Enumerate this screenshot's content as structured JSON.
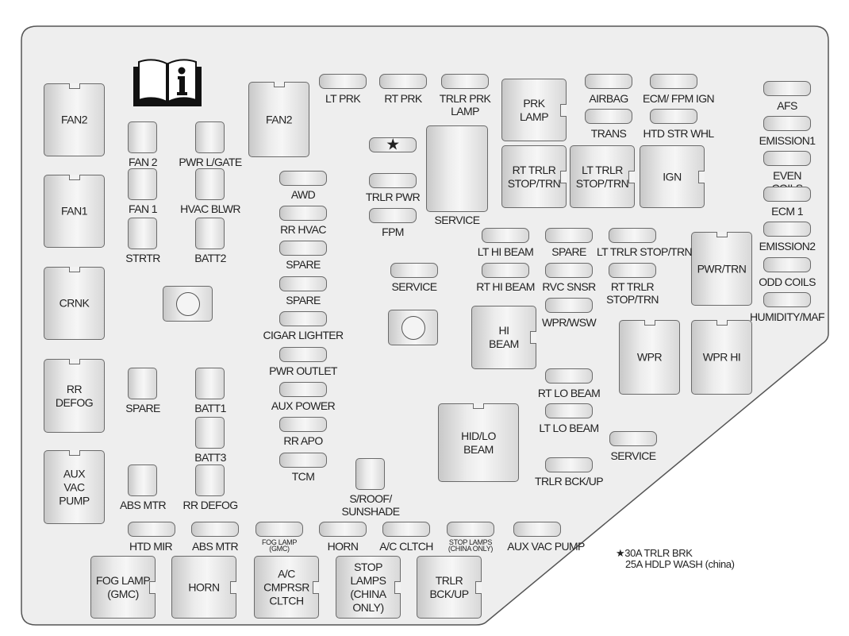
{
  "diagram": {
    "title": "Engine Compartment Fuse Block",
    "info_icon": "owner-manual-info-icon",
    "star_marker": "★",
    "footnote": {
      "marker": "★",
      "lines": [
        "30A TRLR BRK",
        "25A HDLP WASH (china)"
      ]
    }
  },
  "relays": [
    {
      "id": "r1",
      "label": "FAN2"
    },
    {
      "id": "r2",
      "label": "FAN1"
    },
    {
      "id": "r3",
      "label": "CRNK"
    },
    {
      "id": "r4",
      "label": "RR\nDEFOG"
    },
    {
      "id": "r5",
      "label": "AUX\nVAC\nPUMP"
    },
    {
      "id": "r6",
      "label": "FAN2"
    },
    {
      "id": "r7",
      "label": "PRK\nLAMP"
    },
    {
      "id": "r8",
      "label": "RT TRLR\nSTOP/TRN"
    },
    {
      "id": "r9",
      "label": "LT TRLR\nSTOP/TRN"
    },
    {
      "id": "r10",
      "label": "IGN"
    },
    {
      "id": "r11",
      "label": "PWR/TRN"
    },
    {
      "id": "r12",
      "label": "HI\nBEAM"
    },
    {
      "id": "r13",
      "label": "WPR"
    },
    {
      "id": "r14",
      "label": "WPR HI"
    },
    {
      "id": "r15",
      "label": "HID/LO\nBEAM"
    },
    {
      "id": "r16",
      "label": "FOG LAMP\n(GMC)"
    },
    {
      "id": "r17",
      "label": "HORN"
    },
    {
      "id": "r18",
      "label": "A/C\nCMPRSR\nCLTCH"
    },
    {
      "id": "r19",
      "label": "STOP\nLAMPS\n(CHINA\nONLY)"
    },
    {
      "id": "r20",
      "label": "TRLR\nBCK/UP"
    }
  ],
  "service_block": {
    "label": "SERVICE"
  },
  "cartridge_fuses": [
    {
      "id": "c1",
      "label": "FAN 2"
    },
    {
      "id": "c2",
      "label": "PWR L/GATE"
    },
    {
      "id": "c3",
      "label": "FAN 1"
    },
    {
      "id": "c4",
      "label": "HVAC BLWR"
    },
    {
      "id": "c5",
      "label": "STRTR"
    },
    {
      "id": "c6",
      "label": "BATT2"
    },
    {
      "id": "c7",
      "label": "SPARE"
    },
    {
      "id": "c8",
      "label": "BATT1"
    },
    {
      "id": "c9",
      "label": "BATT3"
    },
    {
      "id": "c10",
      "label": "ABS MTR"
    },
    {
      "id": "c11",
      "label": "RR DEFOG"
    },
    {
      "id": "c12",
      "label": "S/ROOF/\nSUNSHADE"
    }
  ],
  "mini_fuses": [
    {
      "id": "m1",
      "label": "LT PRK"
    },
    {
      "id": "m2",
      "label": "RT PRK"
    },
    {
      "id": "m3",
      "label": "TRLR PRK\nLAMP"
    },
    {
      "id": "m4",
      "label": "AIRBAG"
    },
    {
      "id": "m5",
      "label": "ECM/ FPM IGN"
    },
    {
      "id": "m6",
      "label": "TRANS"
    },
    {
      "id": "m7",
      "label": "HTD STR WHL"
    },
    {
      "id": "m8",
      "label": "AFS"
    },
    {
      "id": "m9",
      "label": "EMISSION1"
    },
    {
      "id": "m10",
      "label": "EVEN COILS"
    },
    {
      "id": "m11",
      "label": "ECM 1"
    },
    {
      "id": "m12",
      "label": "EMISSION2"
    },
    {
      "id": "m13",
      "label": "ODD COILS"
    },
    {
      "id": "m14",
      "label": "HUMIDITY/MAF"
    },
    {
      "id": "m15",
      "label": ""
    },
    {
      "id": "m16",
      "label": "TRLR PWR"
    },
    {
      "id": "m17",
      "label": "FPM"
    },
    {
      "id": "m18",
      "label": "AWD"
    },
    {
      "id": "m19",
      "label": "RR HVAC"
    },
    {
      "id": "m20",
      "label": "SPARE"
    },
    {
      "id": "m21",
      "label": "SPARE"
    },
    {
      "id": "m22",
      "label": "CIGAR LIGHTER"
    },
    {
      "id": "m23",
      "label": "PWR OUTLET"
    },
    {
      "id": "m24",
      "label": "AUX POWER"
    },
    {
      "id": "m25",
      "label": "RR APO"
    },
    {
      "id": "m26",
      "label": "TCM"
    },
    {
      "id": "m27",
      "label": "SERVICE"
    },
    {
      "id": "m28",
      "label": "LT HI BEAM"
    },
    {
      "id": "m29",
      "label": "SPARE"
    },
    {
      "id": "m30",
      "label": "LT TRLR STOP/TRN"
    },
    {
      "id": "m31",
      "label": "RT HI BEAM"
    },
    {
      "id": "m32",
      "label": "RVC SNSR"
    },
    {
      "id": "m33",
      "label": "RT TRLR\nSTOP/TRN"
    },
    {
      "id": "m34",
      "label": "WPR/WSW"
    },
    {
      "id": "m35",
      "label": "RT LO BEAM"
    },
    {
      "id": "m36",
      "label": "LT LO BEAM"
    },
    {
      "id": "m37",
      "label": "SERVICE"
    },
    {
      "id": "m38",
      "label": "TRLR BCK/UP"
    },
    {
      "id": "m39",
      "label": "HTD MIR"
    },
    {
      "id": "m40",
      "label": "ABS MTR"
    },
    {
      "id": "m41",
      "label": "FOG LAMP\n(GMC)"
    },
    {
      "id": "m42",
      "label": "HORN"
    },
    {
      "id": "m43",
      "label": "A/C CLTCH"
    },
    {
      "id": "m44",
      "label": "STOP LAMPS\n(CHINA ONLY)"
    },
    {
      "id": "m45",
      "label": "AUX VAC PUMP"
    }
  ]
}
